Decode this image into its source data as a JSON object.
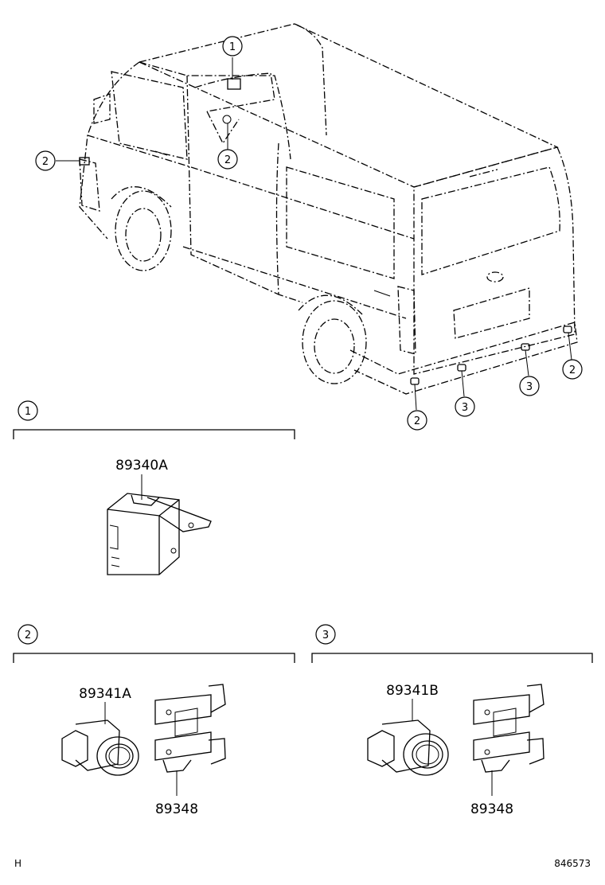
{
  "callouts": {
    "one": "1",
    "two": "2",
    "three": "3"
  },
  "parts": {
    "computer": "89340A",
    "sensor_a": "89341A",
    "sensor_b": "89341B",
    "bracket_a": "89348",
    "bracket_b": "89348"
  },
  "footer": {
    "left_code": "H",
    "figure_number": "846573"
  }
}
